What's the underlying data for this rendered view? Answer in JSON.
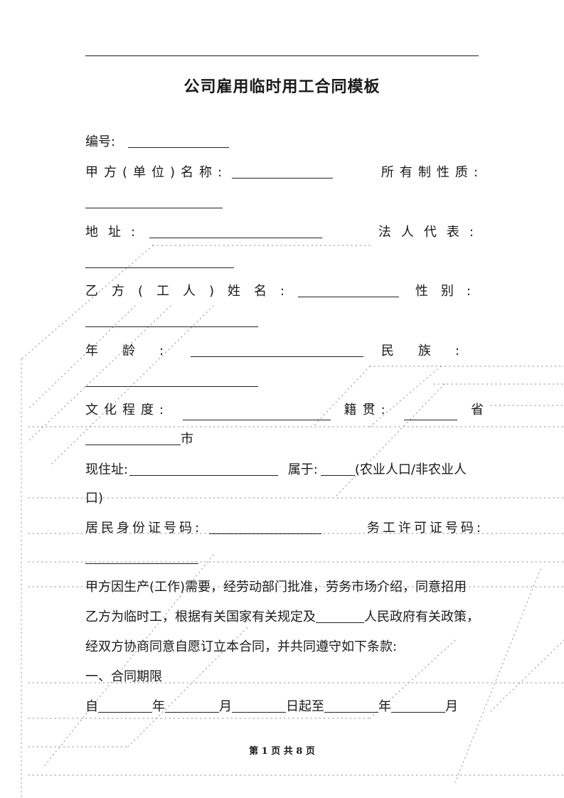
{
  "title": "公司雇用临时用工合同模板",
  "fields": {
    "number": "编号:",
    "party_a_name": "甲方(单位)名称:",
    "ownership": "所有制性质:",
    "address": "地址:",
    "legal_rep": "法人代表:",
    "party_b_name": "乙方(工人)姓名:",
    "gender": "性别:",
    "age": "年龄:",
    "ethnicity": "民族:",
    "education": "文化程度:",
    "native_place": "籍贯:",
    "province": "省",
    "city": "市",
    "current_address": "现住址:",
    "belongs_to": "属于:",
    "hukou_line1": "(农业人口/非农业人",
    "hukou_line2": "口)",
    "id_number": "居民身份证号码:",
    "work_permit": "务工许可证号码:"
  },
  "body": {
    "para_line1": "甲方因生产(工作)需要，经劳动部门批准，劳务市场介绍，同意招用",
    "para_line2a": "乙方为临时工，根据有关国家有关规定及",
    "para_line2b": "人民政府有关政策，",
    "para_line3": "经双方协商同意自愿订立本合同，并共同遵守如下条款:",
    "section1": "一、合同期限",
    "period": {
      "from": "自",
      "year": "年",
      "month": "月",
      "day_to": "日起至",
      "end_year": "年",
      "end_month": "月"
    }
  },
  "footer": "第 1 页 共 8 页"
}
